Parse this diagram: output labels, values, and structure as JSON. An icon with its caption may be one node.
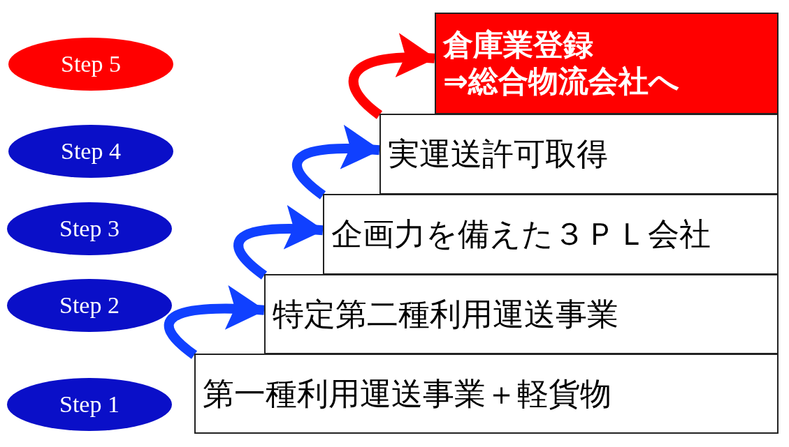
{
  "diagram": {
    "nodes": [
      {
        "text": [
          "Step 5"
        ]
      },
      {
        "text": [
          "Step 4"
        ]
      },
      {
        "text": [
          "Step 3"
        ]
      },
      {
        "text": [
          "Step 2"
        ]
      },
      {
        "text": [
          "Step 1"
        ]
      },
      {
        "text": [
          "倉庫業登録",
          "⇒総合物流会社へ"
        ]
      },
      {
        "text": [
          "実運送許可取得"
        ]
      },
      {
        "text": [
          "企画力を備えた３ＰＬ会社"
        ]
      },
      {
        "text": [
          "特定第二種利用運送事業"
        ]
      },
      {
        "text": [
          "第一種利用運送事業＋軽貨物"
        ]
      }
    ],
    "edges": [
      {
        "from": 9,
        "to": 8,
        "arrow": "to"
      },
      {
        "from": 8,
        "to": 7,
        "arrow": "to"
      },
      {
        "from": 7,
        "to": 6,
        "arrow": "to"
      },
      {
        "from": 6,
        "to": 5,
        "arrow": "to",
        "color": "#ff0000"
      }
    ]
  }
}
